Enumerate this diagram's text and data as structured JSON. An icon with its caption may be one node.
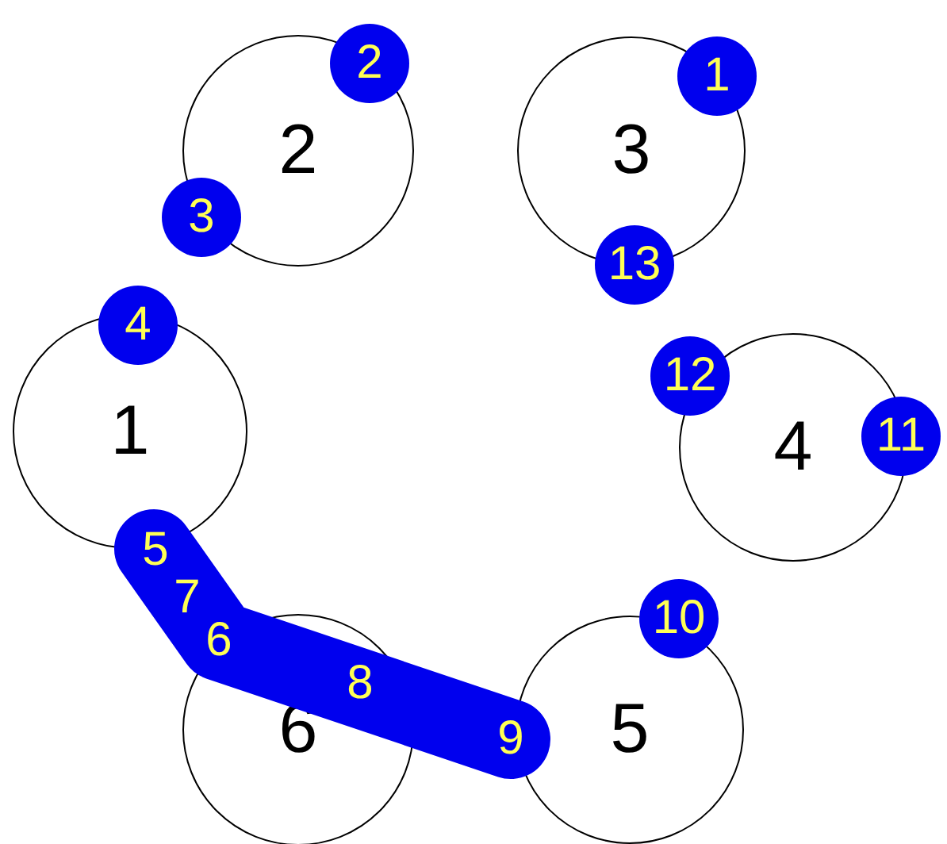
{
  "diagram": {
    "nodes": [
      {
        "text": [
          "2"
        ]
      },
      {
        "text": [
          "3"
        ]
      },
      {
        "text": [
          "1"
        ]
      },
      {
        "text": [
          "4"
        ]
      },
      {
        "text": [
          "6"
        ]
      },
      {
        "text": [
          "5"
        ]
      },
      {
        "text": [
          "2"
        ]
      },
      {
        "text": [
          "1"
        ]
      },
      {
        "text": [
          "3"
        ]
      },
      {
        "text": [
          "13"
        ]
      },
      {
        "text": [
          "4"
        ]
      },
      {
        "text": [
          "12"
        ]
      },
      {
        "text": [
          "11"
        ]
      },
      {
        "text": [],
        "shape": "bar"
      },
      {
        "text": [
          "5"
        ],
        "in": 13
      },
      {
        "text": [
          "7"
        ],
        "in": 13
      },
      {
        "text": [
          "6"
        ]
      },
      {
        "text": [
          "8"
        ]
      },
      {
        "text": [
          "9"
        ],
        "in": 13
      },
      {
        "text": [
          "10"
        ]
      }
    ]
  }
}
